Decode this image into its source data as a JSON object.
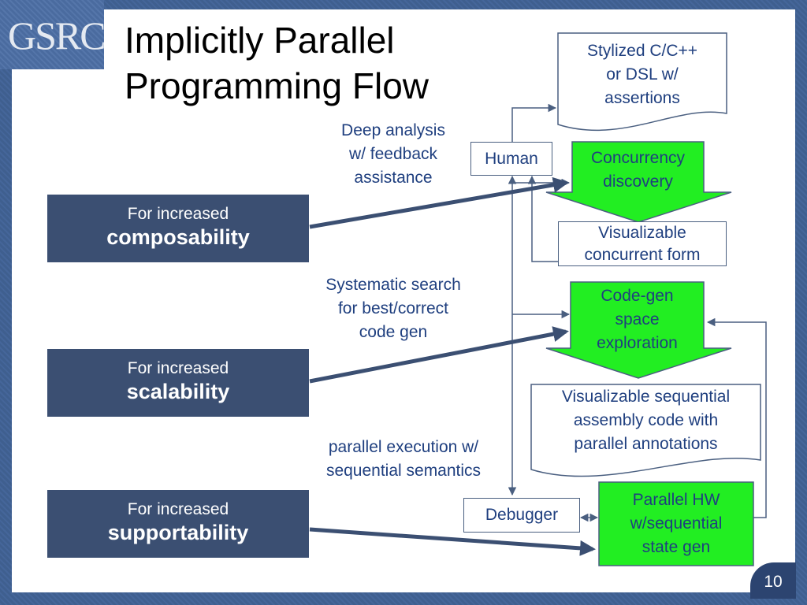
{
  "logo": {
    "text": "GSRC"
  },
  "title": {
    "line1": "Implicitly Parallel",
    "line2": "Programming Flow"
  },
  "left_boxes": [
    {
      "prefix": "For increased",
      "keyword": "composability"
    },
    {
      "prefix": "For increased",
      "keyword": "scalability"
    },
    {
      "prefix": "For increased",
      "keyword": "supportability"
    }
  ],
  "labels": {
    "deep_analysis": [
      "Deep analysis",
      "w/ feedback",
      "assistance"
    ],
    "systematic_search": [
      "Systematic search",
      "for best/correct",
      "code gen"
    ],
    "parallel_execution": [
      "parallel execution w/",
      "sequential semantics"
    ]
  },
  "nodes": {
    "stylized": [
      "Stylized C/C++",
      "or DSL w/",
      "assertions"
    ],
    "human": "Human",
    "concurrency": [
      "Concurrency",
      "discovery"
    ],
    "visualizable_concurrent": [
      "Visualizable",
      "concurrent form"
    ],
    "codegen": [
      "Code-gen",
      "space",
      "exploration"
    ],
    "visualizable_sequential": [
      "Visualizable sequential",
      "assembly code with",
      "parallel annotations"
    ],
    "debugger": "Debugger",
    "parallel_hw": [
      "Parallel HW",
      "w/sequential",
      "state gen"
    ]
  },
  "page_number": "10",
  "colors": {
    "green": "#22ee22",
    "dark_blue": "#3b4f72",
    "text_blue": "#1f3f7f",
    "line": "#4a5f80"
  }
}
